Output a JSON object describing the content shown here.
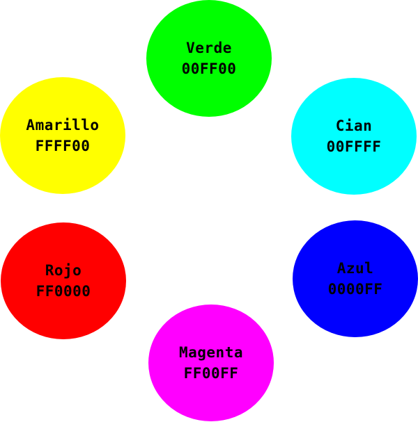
{
  "colors": [
    {
      "id": "verde",
      "label": "Verde",
      "hex": "00FF00",
      "fill": "#00FF00"
    },
    {
      "id": "cian",
      "label": "Cian",
      "hex": "00FFFF",
      "fill": "#00FFFF"
    },
    {
      "id": "azul",
      "label": "Azul",
      "hex": "0000FF",
      "fill": "#0000FF"
    },
    {
      "id": "magenta",
      "label": "Magenta",
      "hex": "FF00FF",
      "fill": "#FF00FF"
    },
    {
      "id": "rojo",
      "label": "Rojo",
      "hex": "FF0000",
      "fill": "#FF0000"
    },
    {
      "id": "amarillo",
      "label": "Amarillo",
      "hex": "FFFF00",
      "fill": "#FFFF00"
    }
  ]
}
